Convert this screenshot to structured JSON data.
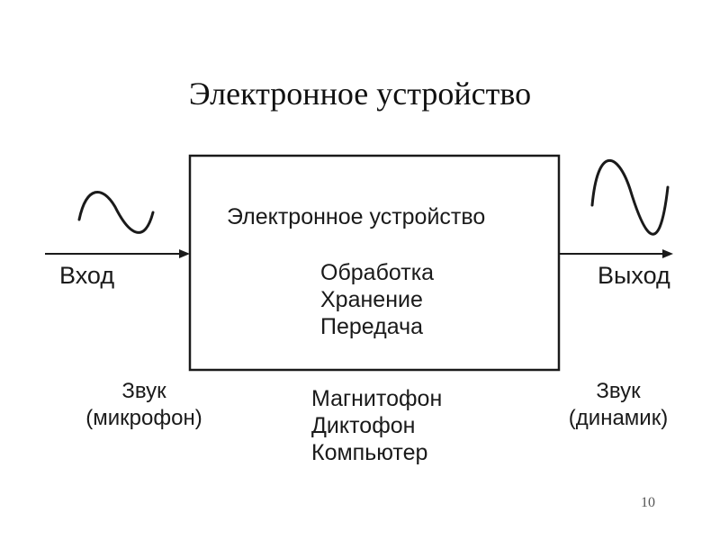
{
  "title": "Электронное устройство",
  "box": {
    "title": "Электронное устройство",
    "functions": [
      "Обработка",
      "Хранение",
      "Передача"
    ]
  },
  "input": {
    "label": "Вход",
    "source_line1": "Звук",
    "source_line2": "(микрофон)"
  },
  "output": {
    "label": "Выход",
    "source_line1": "Звук",
    "source_line2": "(динамик)"
  },
  "examples": [
    "Магнитофон",
    "Диктофон",
    "Компьютер"
  ],
  "page_number": "10",
  "colors": {
    "stroke": "#1a1a1a",
    "background": "#ffffff"
  }
}
